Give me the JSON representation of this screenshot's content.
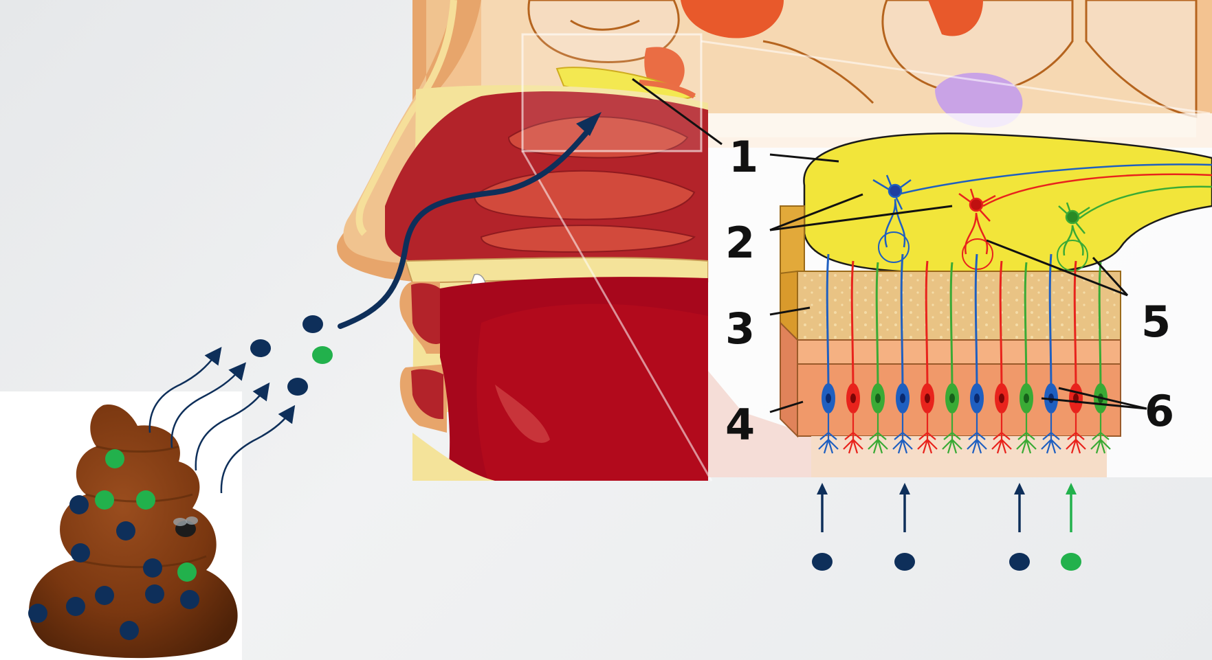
{
  "labels": {
    "l1": "1",
    "l2": "2",
    "l3": "3",
    "l4": "4",
    "l5": "5",
    "l6": "6"
  },
  "colors": {
    "navy": "#0e2f5a",
    "green": "#22b14c",
    "red_neuron": "#e8231c",
    "blue_neuron": "#1f5fc0",
    "green_neuron": "#3aaa35",
    "bulb_yellow": "#f2e53a",
    "bone_tan": "#e9c384",
    "epithelium": "#f0a36d",
    "feces_brown": "#7a3a14",
    "nasal_red": "#b3232a"
  },
  "icons": {
    "odor_source": "feces-pile-icon",
    "fly": "fly-icon"
  }
}
